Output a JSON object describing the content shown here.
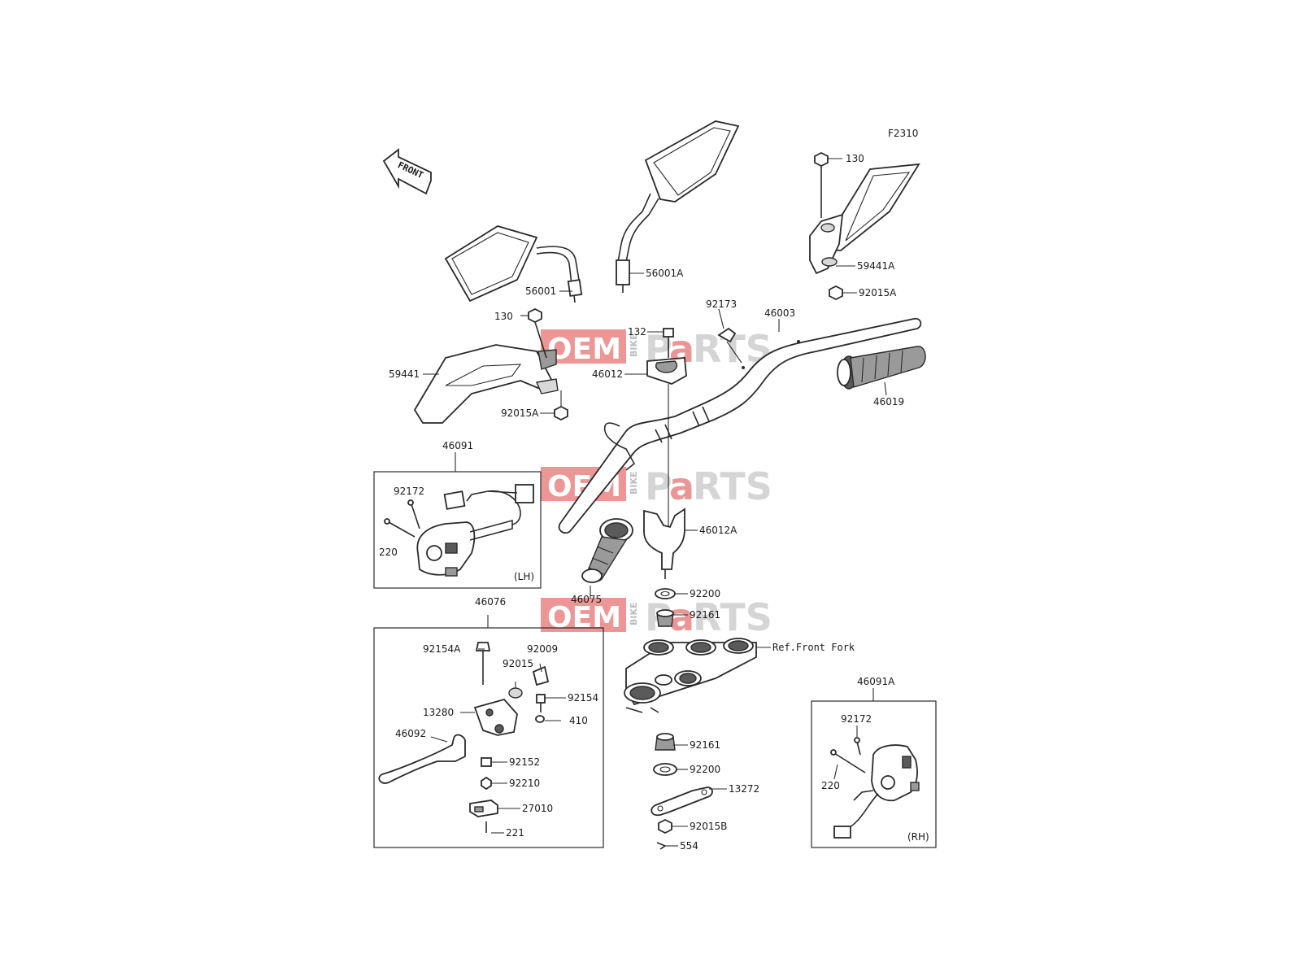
{
  "diagram": {
    "figure_code": "F2310",
    "front_marker": "FRONT",
    "watermark": {
      "oem": "OEM",
      "bike": "BIKE",
      "p": "P",
      "a": "a",
      "rts": "RTS"
    },
    "callouts": [
      {
        "id": "c-130-r",
        "text": "130"
      },
      {
        "id": "c-59441a",
        "text": "59441A"
      },
      {
        "id": "c-92015a-r",
        "text": "92015A"
      },
      {
        "id": "c-56001a",
        "text": "56001A"
      },
      {
        "id": "c-56001",
        "text": "56001"
      },
      {
        "id": "c-130-l",
        "text": "130"
      },
      {
        "id": "c-59441",
        "text": "59441"
      },
      {
        "id": "c-92015a-l",
        "text": "92015A"
      },
      {
        "id": "c-132",
        "text": "132"
      },
      {
        "id": "c-92173",
        "text": "92173"
      },
      {
        "id": "c-46003",
        "text": "46003"
      },
      {
        "id": "c-46012",
        "text": "46012"
      },
      {
        "id": "c-46019",
        "text": "46019"
      },
      {
        "id": "c-46091",
        "text": "46091"
      },
      {
        "id": "c-92172-l",
        "text": "92172"
      },
      {
        "id": "c-220-l",
        "text": "220"
      },
      {
        "id": "c-lh",
        "text": "(LH)"
      },
      {
        "id": "c-46012a",
        "text": "46012A"
      },
      {
        "id": "c-46075",
        "text": "46075"
      },
      {
        "id": "c-92200-t",
        "text": "92200"
      },
      {
        "id": "c-92161-t",
        "text": "92161"
      },
      {
        "id": "c-ref-fork",
        "text": "Ref.Front Fork"
      },
      {
        "id": "c-46076",
        "text": "46076"
      },
      {
        "id": "c-92154a",
        "text": "92154A"
      },
      {
        "id": "c-92009",
        "text": "92009"
      },
      {
        "id": "c-92015",
        "text": "92015"
      },
      {
        "id": "c-92154",
        "text": "92154"
      },
      {
        "id": "c-13280",
        "text": "13280"
      },
      {
        "id": "c-410",
        "text": "410"
      },
      {
        "id": "c-46092",
        "text": "46092"
      },
      {
        "id": "c-92152",
        "text": "92152"
      },
      {
        "id": "c-92210",
        "text": "92210"
      },
      {
        "id": "c-27010",
        "text": "27010"
      },
      {
        "id": "c-221",
        "text": "221"
      },
      {
        "id": "c-92161-b",
        "text": "92161"
      },
      {
        "id": "c-92200-b",
        "text": "92200"
      },
      {
        "id": "c-13272",
        "text": "13272"
      },
      {
        "id": "c-92015b",
        "text": "92015B"
      },
      {
        "id": "c-554",
        "text": "554"
      },
      {
        "id": "c-46091a",
        "text": "46091A"
      },
      {
        "id": "c-92172-r",
        "text": "92172"
      },
      {
        "id": "c-220-r",
        "text": "220"
      },
      {
        "id": "c-rh",
        "text": "(RH)"
      }
    ]
  },
  "colors": {
    "line": "#2a2a2a",
    "watermark_red": "#e57373",
    "watermark_grey": "#c8c8c8"
  }
}
